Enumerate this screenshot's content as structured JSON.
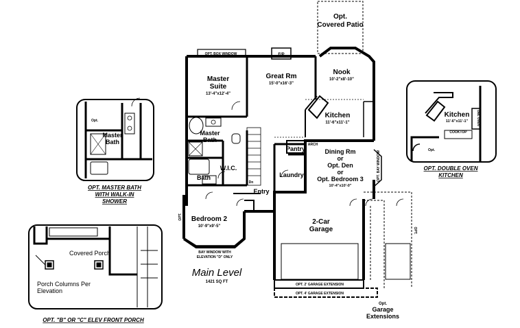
{
  "plan": {
    "title": "Main Level",
    "area": "1421 SQ FT"
  },
  "rooms": {
    "opt_covered_patio_1": "Opt.",
    "opt_covered_patio_2": "Covered Patio",
    "opt_box_window": "OPT. BOX WINDOW",
    "fireplace": "F/P",
    "master_suite_1": "Master",
    "master_suite_2": "Suite",
    "master_suite_dim": "13'-4\"x12'-4\"",
    "great_rm": "Great Rm",
    "great_rm_dim": "15'-0\"x16'-3\"",
    "nook": "Nook",
    "nook_dim": "10'-2\"x8'-10\"",
    "kitchen": "Kitchen",
    "kitchen_dim": "11'-6\"x11'-1\"",
    "master_bath_1": "Master",
    "master_bath_2": "Bath",
    "wic": "W.I.C.",
    "bath": "Bath",
    "pantry": "Pantry",
    "arch": "ARCH",
    "dining_1": "Dining Rm",
    "dining_2": "or",
    "dining_3": "Opt. Den",
    "dining_4": "or",
    "dining_5": "Opt. Bedroom 3",
    "dining_dim": "10'-4\"x10'-0\"",
    "opt_bay_window": "OPT. BAY WINDOW",
    "laundry": "Laundry",
    "entry": "Entry",
    "dn": "Dn",
    "bedroom2": "Bedroom 2",
    "bedroom2_dim": "10'-9\"x9'-5\"",
    "bay_note_1": "BAY WINDOW WITH",
    "bay_note_2": "ELEVATION \"D\" ONLY",
    "opt_left": "OPT.",
    "garage_1": "2-Car",
    "garage_2": "Garage",
    "garage_ext_2": "OPT. 2' GARAGE EXTENSION",
    "garage_ext_4": "OPT. 4' GARAGE EXTENSION",
    "garage_ext_1": "Opt.",
    "garage_ext_2b": "Garage",
    "garage_ext_3": "Extensions",
    "opt_right": "OPT."
  },
  "insets": {
    "master_bath_shower": {
      "opt": "Opt.",
      "room_1": "Master",
      "room_2": "Bath",
      "caption_1": "OPT. MASTER BATH",
      "caption_2": "WITH WALK-IN",
      "caption_3": "SHOWER"
    },
    "double_oven": {
      "kitchen": "Kitchen",
      "kitchen_dim": "11'-6\"x11'-1\"",
      "oven": "DBL OVEN",
      "cooktop": "COOKTOP",
      "opt": "Opt.",
      "caption_1": "OPT. DOUBLE OVEN",
      "caption_2": "KITCHEN"
    },
    "front_porch": {
      "covered_porch": "Covered Porch",
      "columns_1": "Porch Columns Per",
      "columns_2": "Elevation",
      "caption": "OPT. \"B\" OR \"C\" ELEV FRONT PORCH"
    }
  }
}
